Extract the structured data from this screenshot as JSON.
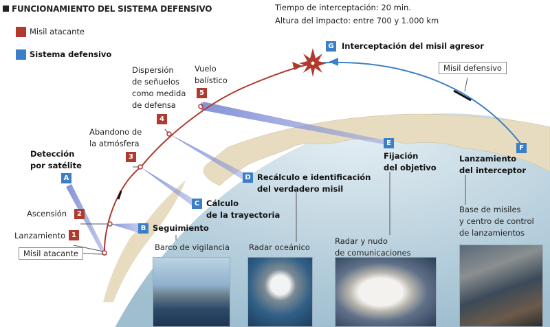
{
  "title": "FUNCIONAMIENTO DEL SISTEMA DEFENSIVO",
  "legend": [
    {
      "label": "Misil atacante",
      "color": "#b03a2e"
    },
    {
      "label": "Sistema defensivo",
      "color": "#3c7fc9"
    }
  ],
  "info": {
    "time": "Tiempo de interceptación: 20 min.",
    "altitude": "Altura del impacto: entre 700 y 1.000 km"
  },
  "attack_steps": [
    {
      "num": "1",
      "label": "Lanzamiento"
    },
    {
      "num": "2",
      "label": "Ascensión"
    },
    {
      "num": "3",
      "label_lines": [
        "Abandono de",
        "la atmósfera"
      ]
    },
    {
      "num": "4",
      "label_lines": [
        "Dispersión",
        "de señuelos",
        "como medida",
        "de defensa"
      ]
    },
    {
      "num": "5",
      "label_lines": [
        "Vuelo",
        "balístico"
      ]
    }
  ],
  "defense_steps": [
    {
      "letter": "A",
      "label_lines": [
        "Detección",
        "por satélite"
      ]
    },
    {
      "letter": "B",
      "label": "Seguimiento"
    },
    {
      "letter": "C",
      "label_lines": [
        "Cálculo",
        "de la trayectoria"
      ]
    },
    {
      "letter": "D",
      "label_lines": [
        "Recálculo e identificación",
        "del verdadero misil"
      ]
    },
    {
      "letter": "E",
      "label_lines": [
        "Fijación",
        "del objetivo"
      ]
    },
    {
      "letter": "F",
      "label_lines": [
        "Lanzamiento",
        "del interceptor"
      ]
    },
    {
      "letter": "G",
      "label": "Interceptación del misil agresor"
    }
  ],
  "callouts": {
    "attacker": "Misil atacante",
    "defender": "Misil defensivo"
  },
  "photos": [
    {
      "caption_lines": [
        "Barco de vigilancia"
      ]
    },
    {
      "caption_lines": [
        "Radar oceánico"
      ]
    },
    {
      "caption_lines": [
        "Radar y nudo",
        "de comunicaciones"
      ]
    },
    {
      "caption_lines": [
        "Base de misiles",
        "y centro de control",
        "de lanzamientos"
      ]
    }
  ]
}
